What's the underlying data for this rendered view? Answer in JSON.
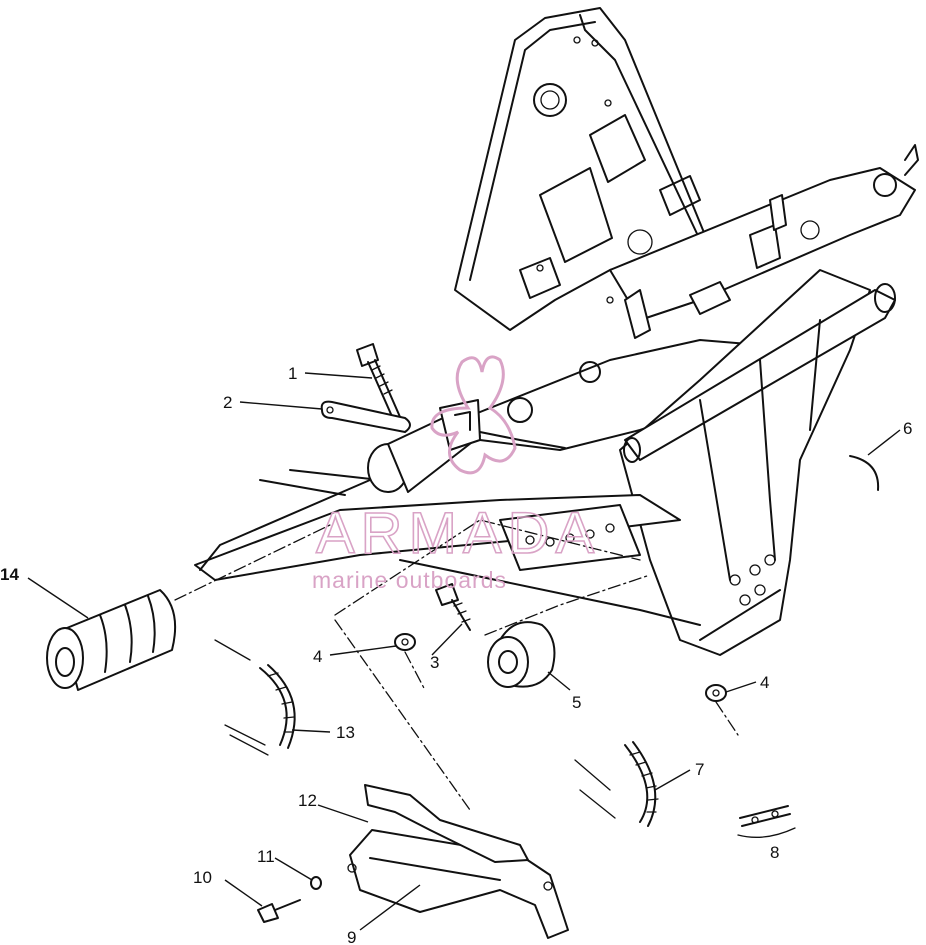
{
  "diagram": {
    "callouts": [
      {
        "id": "1",
        "label": "1"
      },
      {
        "id": "2",
        "label": "2"
      },
      {
        "id": "3",
        "label": "3"
      },
      {
        "id": "4a",
        "label": "4"
      },
      {
        "id": "4b",
        "label": "4"
      },
      {
        "id": "5",
        "label": "5"
      },
      {
        "id": "6",
        "label": "6"
      },
      {
        "id": "7",
        "label": "7"
      },
      {
        "id": "8",
        "label": "8"
      },
      {
        "id": "9",
        "label": "9"
      },
      {
        "id": "10",
        "label": "10"
      },
      {
        "id": "11",
        "label": "11"
      },
      {
        "id": "12",
        "label": "12"
      },
      {
        "id": "13",
        "label": "13"
      },
      {
        "id": "14",
        "label": "14"
      }
    ]
  },
  "watermark": {
    "brand": "ARMADA",
    "tagline": "marine outboards",
    "color": "#d9a3c6"
  }
}
